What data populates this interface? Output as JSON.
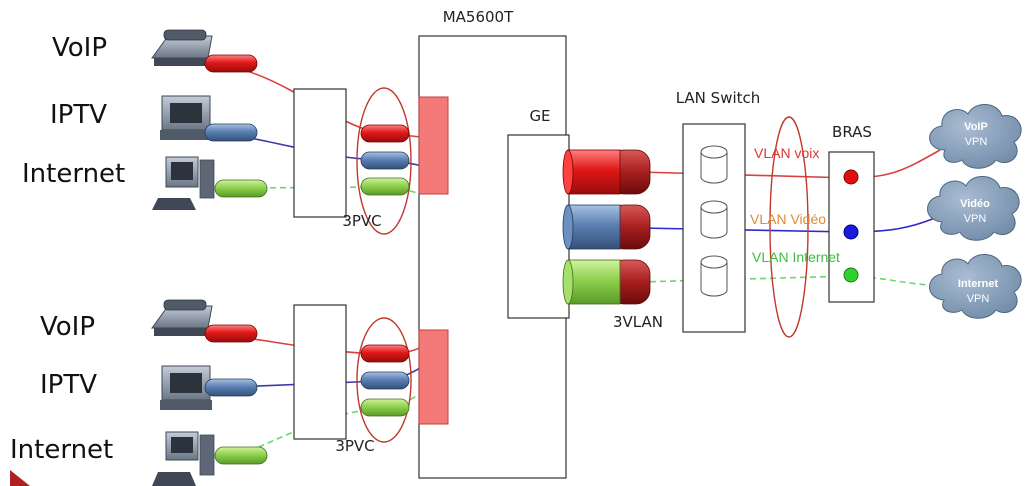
{
  "top_group": {
    "services": [
      "VoIP",
      "IPTV",
      "Internet"
    ],
    "pvc_label": "3PVC"
  },
  "bottom_group": {
    "services": [
      "VoIP",
      "IPTV",
      "Internet"
    ],
    "pvc_label": "3PVC"
  },
  "olt": {
    "title": "MA5600T",
    "port_label": "GE"
  },
  "vlan_bundle_label": "3VLAN",
  "lan_switch": {
    "title": "LAN Switch"
  },
  "bras": {
    "title": "BRAS"
  },
  "vlans": [
    {
      "label": "VLAN voix",
      "color": "#e0362e"
    },
    {
      "label": "VLAN Vidéo",
      "color": "#e08a3a"
    },
    {
      "label": "VLAN Internet",
      "color": "#3cc03c"
    }
  ],
  "clouds": [
    {
      "line1": "VoIP",
      "line2": "VPN"
    },
    {
      "line1": "Vidéo",
      "line2": "VPN"
    },
    {
      "line1": "Internet",
      "line2": "VPN"
    }
  ],
  "colors": {
    "voice": "#e02020",
    "video": "#5a7fb0",
    "internet": "#8fd14f",
    "ellipse": "#c0392b",
    "cloud": "#7f98b3"
  }
}
